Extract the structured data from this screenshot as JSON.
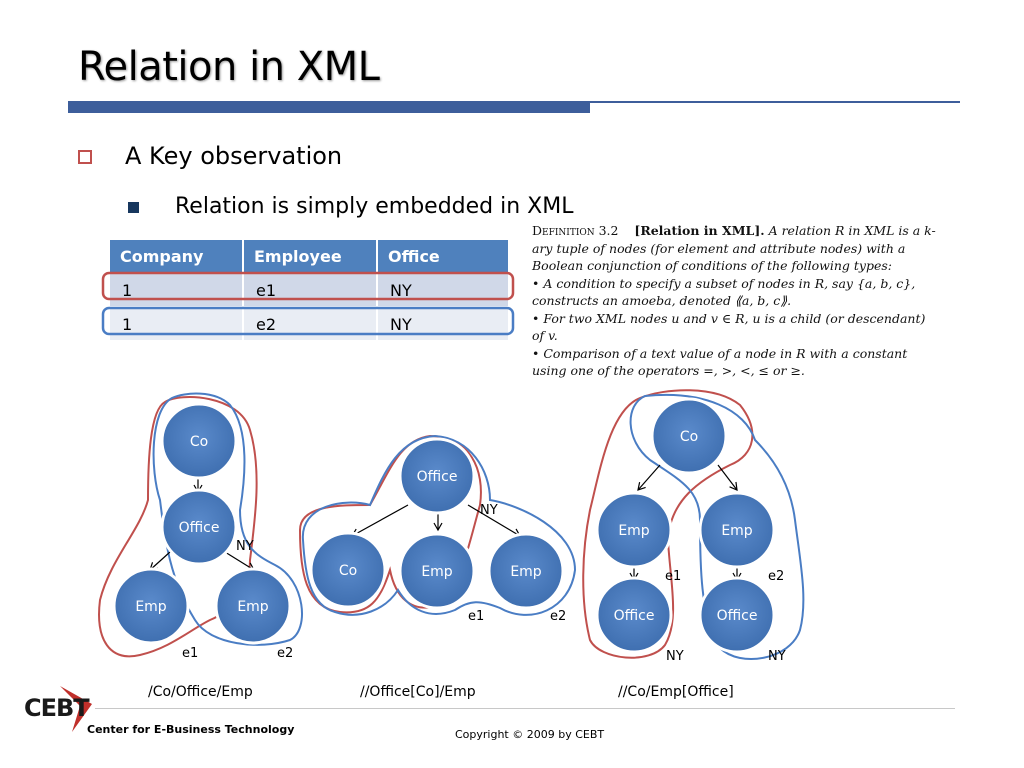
{
  "slide": {
    "title": "Relation in XML",
    "bullet1": "A Key observation",
    "bullet2": "Relation is simply embedded in XML"
  },
  "table": {
    "headers": [
      "Company",
      "Employee",
      "Office"
    ],
    "rows": [
      [
        "1",
        "e1",
        "NY"
      ],
      [
        "1",
        "e2",
        "NY"
      ]
    ]
  },
  "definition": {
    "heading": "Definition 3.2",
    "name": "[Relation in XML].",
    "intro": "A relation R in XML is a k-ary tuple of nodes (for element and attribute nodes) with a Boolean conjunction of conditions of the following types:",
    "item1": "• A condition to specify a subset of nodes in R, say {a, b, c}, constructs an amoeba, denoted ⟪a, b, c⟫.",
    "item2": "• For two XML nodes u and v ∈ R, u is a child (or descendant) of v.",
    "item3": "• Comparison of a text value of a node in R with a constant using one of the operators =, >, <, ≤ or ≥."
  },
  "diagrams": {
    "d1": {
      "nodes": [
        "Co",
        "Office",
        "Emp",
        "Emp"
      ],
      "labels": [
        "NY",
        "e1",
        "e2"
      ],
      "caption": "/Co/Office/Emp"
    },
    "d2": {
      "nodes": [
        "Office",
        "Co",
        "Emp",
        "Emp"
      ],
      "labels": [
        "NY",
        "e1",
        "e2"
      ],
      "caption": "//Office[Co]/Emp"
    },
    "d3": {
      "nodes": [
        "Co",
        "Emp",
        "Emp",
        "Office",
        "Office"
      ],
      "labels": [
        "e1",
        "e2",
        "NY",
        "NY"
      ],
      "caption": "//Co/Emp[Office]"
    }
  },
  "footer": {
    "logo_ce": "CE",
    "logo_bt": "BT",
    "org": "Center for E-Business Technology",
    "copyright": "Copyright © 2009 by CEBT"
  },
  "colors": {
    "accent": "#3d5e9b",
    "node_fill": "#4f81bd",
    "header_fill": "#4f81bd",
    "row_fill": "#d0d8e8",
    "red_outline": "#c0504d",
    "blue_outline": "#4a7dc4"
  }
}
